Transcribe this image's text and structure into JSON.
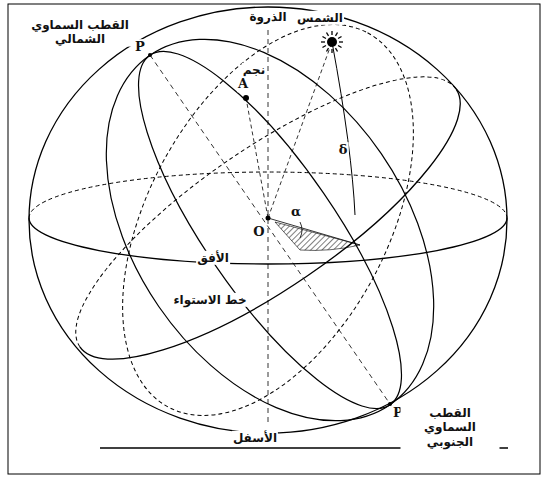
{
  "diagram": {
    "labels": [
      "القطب السماوي الشمالي",
      "الذروة",
      "الشمس",
      "نجم",
      "A",
      "P",
      "δ",
      "O",
      "α",
      "الأفق",
      "خط الاستواء",
      "P'",
      "القطب السماوي الجنوبي",
      "الأسفل"
    ]
  }
}
